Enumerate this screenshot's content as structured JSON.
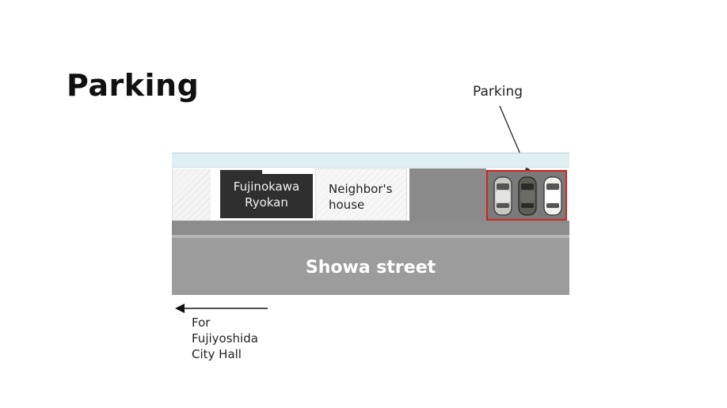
{
  "title": "Parking",
  "callout": {
    "label": "Parking"
  },
  "map": {
    "ryokan": "Fujinokawa\nRyokan",
    "neighbor": "Neighbor's\nhouse",
    "street": "Showa street",
    "direction": "For\nFujiyoshida\nCity Hall"
  },
  "colors": {
    "parking_outline": "#d42222",
    "ryokan_fill": "#2f2f2f",
    "road": "#9c9c9c"
  },
  "icons": [
    "car-icon",
    "car-icon",
    "car-icon",
    "arrow-left-icon"
  ]
}
